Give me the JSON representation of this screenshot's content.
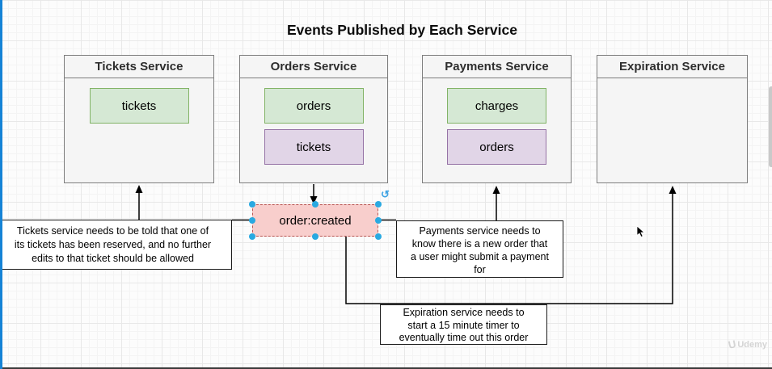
{
  "title": "Events Published by Each Service",
  "services": [
    {
      "name": "Tickets Service",
      "events": [
        {
          "label": "tickets",
          "color": "green"
        }
      ]
    },
    {
      "name": "Orders Service",
      "events": [
        {
          "label": "orders",
          "color": "green"
        },
        {
          "label": "tickets",
          "color": "purple"
        }
      ]
    },
    {
      "name": "Payments Service",
      "events": [
        {
          "label": "charges",
          "color": "green"
        },
        {
          "label": "orders",
          "color": "purple"
        }
      ]
    },
    {
      "name": "Expiration Service",
      "events": []
    }
  ],
  "event_box": {
    "label": "order:created"
  },
  "annotations": {
    "tickets": {
      "lines": [
        "Tickets service needs to be told that one of",
        "its tickets has been reserved, and no further",
        "edits to that ticket should be allowed"
      ]
    },
    "payments": {
      "lines": [
        "Payments service needs to",
        "know there is a new order that",
        "a user might submit a payment",
        "for"
      ]
    },
    "expiration": {
      "lines": [
        "Expiration service needs to",
        "start a 15 minute timer to",
        "eventually time out this order"
      ]
    }
  },
  "watermark": {
    "label": "Udemy"
  },
  "colors": {
    "green_fill": "#d5e8d4",
    "green_border": "#82b366",
    "purple_fill": "#e1d5e7",
    "purple_border": "#9673a6",
    "pink_fill": "#f8cecc",
    "pink_border": "#b85450",
    "selection_handle": "#29a9e1",
    "left_edge": "#1583d6",
    "box_fill": "#f5f5f5",
    "box_border": "#7d7d7d"
  }
}
